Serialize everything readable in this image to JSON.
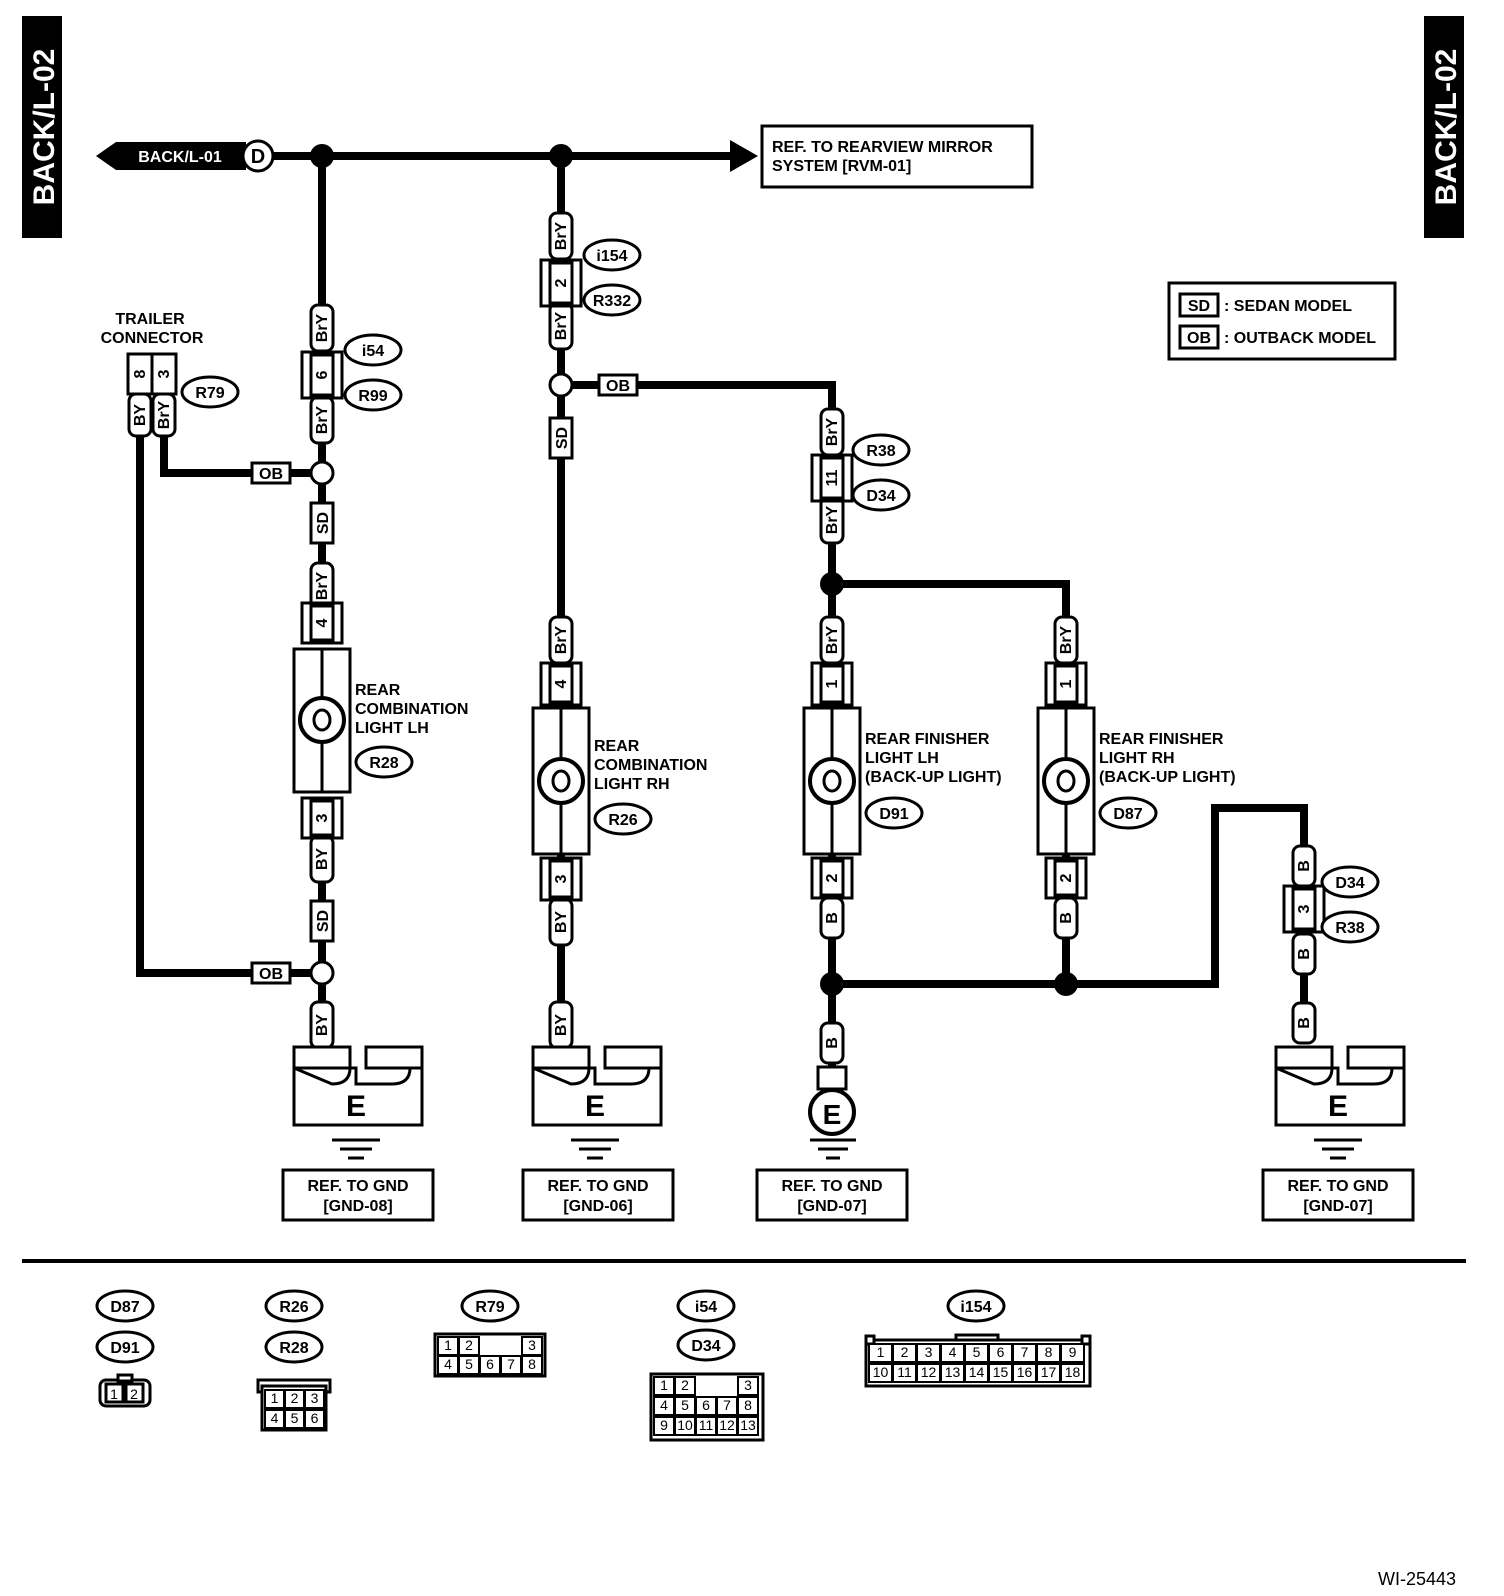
{
  "side_tabs": {
    "left": "BACK/L-02",
    "right": "BACK/L-02"
  },
  "input_flag": {
    "label": "BACK/L-01",
    "terminal": "D"
  },
  "ref_box": {
    "line1": "REF. TO REARVIEW MIRROR",
    "line2": "SYSTEM [RVM-01]"
  },
  "legend": {
    "sd_code": "SD",
    "sd_text": ": SEDAN MODEL",
    "ob_code": "OB",
    "ob_text": ": OUTBACK MODEL"
  },
  "trailer": {
    "line1": "TRAILER",
    "line2": "CONNECTOR",
    "id": "R79",
    "pin_a": "8",
    "pin_b": "3",
    "wire_a": "BY",
    "wire_b": "BrY"
  },
  "colors": {
    "bry": "BrY",
    "by": "BY",
    "b": "B"
  },
  "model_tags": {
    "sd": "SD",
    "ob": "OB"
  },
  "conn": {
    "i54": "i54",
    "r99": "R99",
    "i154": "i154",
    "r332": "R332",
    "r38": "R38",
    "d34": "D34"
  },
  "pins": {
    "p6": "6",
    "p2": "2",
    "p11": "11",
    "p4": "4",
    "p3": "3",
    "p1": "1"
  },
  "comp_lh": {
    "l1": "REAR",
    "l2": "COMBINATION",
    "l3": "LIGHT LH",
    "id": "R28"
  },
  "comp_rh": {
    "l1": "REAR",
    "l2": "COMBINATION",
    "l3": "LIGHT RH",
    "id": "R26"
  },
  "fin_lh": {
    "l1": "REAR FINISHER",
    "l2": "LIGHT LH",
    "l3": "(BACK-UP LIGHT)",
    "id": "D91"
  },
  "fin_rh": {
    "l1": "REAR FINISHER",
    "l2": "LIGHT RH",
    "l3": "(BACK-UP LIGHT)",
    "id": "D87"
  },
  "ground_letter": "E",
  "grounds": [
    {
      "line1": "REF. TO GND",
      "line2": "[GND-08]"
    },
    {
      "line1": "REF. TO GND",
      "line2": "[GND-06]"
    },
    {
      "line1": "REF. TO GND",
      "line2": "[GND-07]"
    },
    {
      "line1": "REF. TO GND",
      "line2": "[GND-07]"
    }
  ],
  "connector_views": {
    "d87": "D87",
    "d91": "D91",
    "d_pins": [
      "1",
      "2"
    ],
    "r26": "R26",
    "r28": "R28",
    "r_pins": [
      "1",
      "2",
      "3",
      "4",
      "5",
      "6"
    ],
    "r79": "R79",
    "r79_pins": [
      "1",
      "2",
      "3",
      "4",
      "5",
      "6",
      "7",
      "8"
    ],
    "i54": "i54",
    "d34": "D34",
    "i54_pins": [
      "1",
      "2",
      "3",
      "4",
      "5",
      "6",
      "7",
      "8",
      "9",
      "10",
      "11",
      "12",
      "13"
    ],
    "i154": "i154",
    "i154_pins": [
      "1",
      "2",
      "3",
      "4",
      "5",
      "6",
      "7",
      "8",
      "9",
      "10",
      "11",
      "12",
      "13",
      "14",
      "15",
      "16",
      "17",
      "18"
    ]
  },
  "doc_code": "WI-25443"
}
